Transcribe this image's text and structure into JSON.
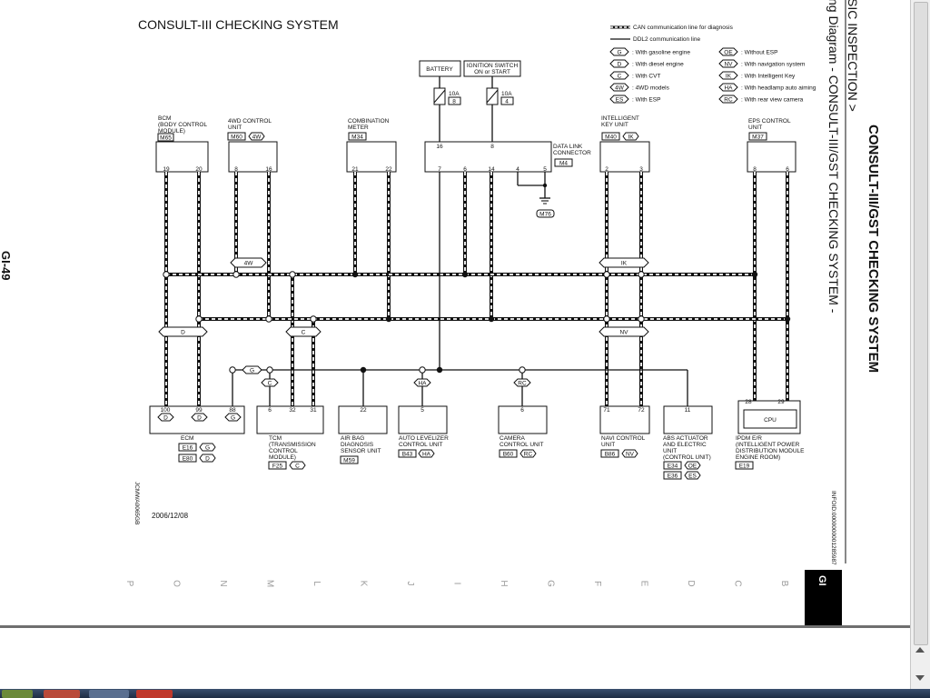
{
  "page": {
    "title": "CONSULT-III CHECKING SYSTEM",
    "date": "2006/12/08",
    "code_left": "JCMWA0065GB",
    "code_right": "INFOID:0000000001285987",
    "page_number": "GI-49",
    "section_tab": "GI",
    "vertical_heading": "CONSULT-III/GST CHECKING SYSTEM",
    "vertical_subheading": "ng Diagram - CONSULT-III/GST CHECKING SYSTEM -",
    "vertical_partial": "SIC INSPECTION >",
    "index_letters": [
      "P",
      "O",
      "N",
      "M",
      "L",
      "K",
      "J",
      "I",
      "H",
      "G",
      "F",
      "E",
      "D",
      "C",
      "B"
    ]
  },
  "legend": {
    "can_line": "CAN communication line for diagnosis",
    "ddl2_line": "DDL2 communication line",
    "items": [
      {
        "code": "G",
        "text": "With gasoline engine"
      },
      {
        "code": "D",
        "text": "With diesel engine"
      },
      {
        "code": "C",
        "text": "With CVT"
      },
      {
        "code": "4W",
        "text": "4WD models"
      },
      {
        "code": "ES",
        "text": "With ESP"
      },
      {
        "code": "OE",
        "text": "Without ESP"
      },
      {
        "code": "NV",
        "text": "With navigation system"
      },
      {
        "code": "IK",
        "text": "With Intelligent Key"
      },
      {
        "code": "HA",
        "text": "With headlamp auto aiming"
      },
      {
        "code": "RC",
        "text": "With rear view camera"
      }
    ]
  },
  "power": {
    "battery": "BATTERY",
    "ign1": "IGNITION SWITCH",
    "ign2": "ON or START",
    "fuse1_amp": "10A",
    "fuse1_no": "8",
    "fuse2_amp": "10A",
    "fuse2_no": "4"
  },
  "top_units": {
    "bcm": {
      "l1": "BCM",
      "l2": "(BODY CONTROL",
      "l3": "MODULE)",
      "conn": "M65",
      "p1": "19",
      "p2": "20"
    },
    "fourwd": {
      "l1": "4WD CONTROL",
      "l2": "UNIT",
      "conn": "M60",
      "badge": "4W",
      "p1": "8",
      "p2": "16"
    },
    "meter": {
      "l1": "COMBINATION",
      "l2": "METER",
      "conn": "M34",
      "p1": "21",
      "p2": "22"
    },
    "dlc": {
      "l1": "DATA LINK",
      "l2": "CONNECTOR",
      "conn": "M4",
      "p16": "16",
      "p8": "8",
      "p7": "7",
      "p6": "6",
      "p14": "14",
      "p4": "4",
      "p5": "5",
      "ground": "M76"
    },
    "ikey": {
      "l1": "INTELLIGENT",
      "l2": "KEY UNIT",
      "conn": "M40",
      "badge": "IK",
      "p1": "2",
      "p2": "3"
    },
    "eps": {
      "l1": "EPS CONTROL",
      "l2": "UNIT",
      "conn": "M37",
      "p1": "8",
      "p2": "6"
    }
  },
  "bus_tags": {
    "w4": "4W",
    "ik": "IK",
    "d": "D",
    "c": "C",
    "nv": "NV",
    "g": "G",
    "c2": "C",
    "ha": "HA",
    "rc": "RC"
  },
  "bottom_units": {
    "ecm": {
      "l1": "ECM",
      "p1": "100",
      "p2": "99",
      "p3": "88",
      "b1": "D",
      "b2": "D",
      "b3": "G",
      "c1": "E16",
      "c1b": "G",
      "c2": "E80",
      "c2b": "D"
    },
    "tcm": {
      "l1": "TCM",
      "l2": "(TRANSMISSION",
      "l3": "CONTROL",
      "l4": "MODULE)",
      "p1": "6",
      "p2": "32",
      "p3": "31",
      "conn": "F25",
      "badge": "C"
    },
    "airbag": {
      "l1": "AIR BAG",
      "l2": "DIAGNOSIS",
      "l3": "SENSOR UNIT",
      "p1": "22",
      "conn": "M59"
    },
    "leveler": {
      "l1": "AUTO LEVELIZER",
      "l2": "CONTROL UNIT",
      "p1": "5",
      "conn": "B43",
      "badge": "HA"
    },
    "camera": {
      "l1": "CAMERA",
      "l2": "CONTROL UNIT",
      "p1": "6",
      "conn": "B60",
      "badge": "RC"
    },
    "navi": {
      "l1": "NAVI CONTROL",
      "l2": "UNIT",
      "p1": "71",
      "p2": "72",
      "conn": "B86",
      "badge": "NV"
    },
    "abs": {
      "l1": "ABS ACTUATOR",
      "l2": "AND ELECTRIC",
      "l3": "UNIT",
      "l4": "(CONTROL UNIT)",
      "p1": "11",
      "c1": "E34",
      "c1b": "OE",
      "c2": "E36",
      "c2b": "ES"
    },
    "ipdm": {
      "l1": "IPDM E/R",
      "l2": "(INTELLIGENT POWER",
      "l3": "DISTRIBUTION MODULE",
      "l4": "ENGINE ROOM)",
      "p1": "28",
      "p2": "29",
      "cpu": "CPU",
      "conn": "E19"
    }
  }
}
